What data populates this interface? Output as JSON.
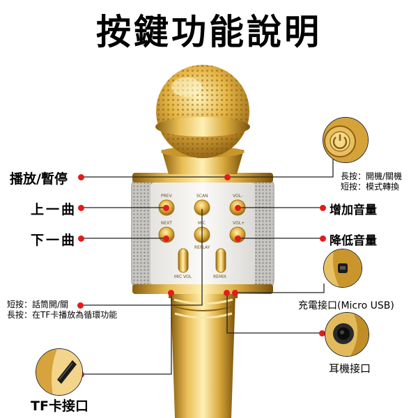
{
  "title": "按鍵功能說明",
  "labels": {
    "play_pause": "播放/暫停",
    "prev_track": "上一曲",
    "next_track": "下一曲",
    "vol_up": "增加音量",
    "vol_down": "降低音量",
    "charging_port": "充電接口(Micro USB)",
    "headphone_port": "耳機接口",
    "tf_port": "TF卡接口"
  },
  "power_note": {
    "line1": "長按：開機/關機",
    "line2": "短按：模式轉換"
  },
  "mic_note": {
    "line1": "短按：話筒開/關",
    "line2": "長按：在TF卡播放為循環功能"
  },
  "panel_buttons": {
    "prev": "PREV",
    "scan": "SCAN",
    "vol_minus": "VOL-",
    "next": "NEXT",
    "mic": "MIC",
    "vol_plus": "VOL+",
    "replay": "REPLAY",
    "mic_vol": "MIC VOL",
    "remix": "REMIX"
  },
  "colors": {
    "gold": "#d7a83a",
    "gold_dark": "#9c6f12",
    "gold_light": "#f6dc8a",
    "accent_dot": "#e41b1b",
    "line": "#222222"
  }
}
